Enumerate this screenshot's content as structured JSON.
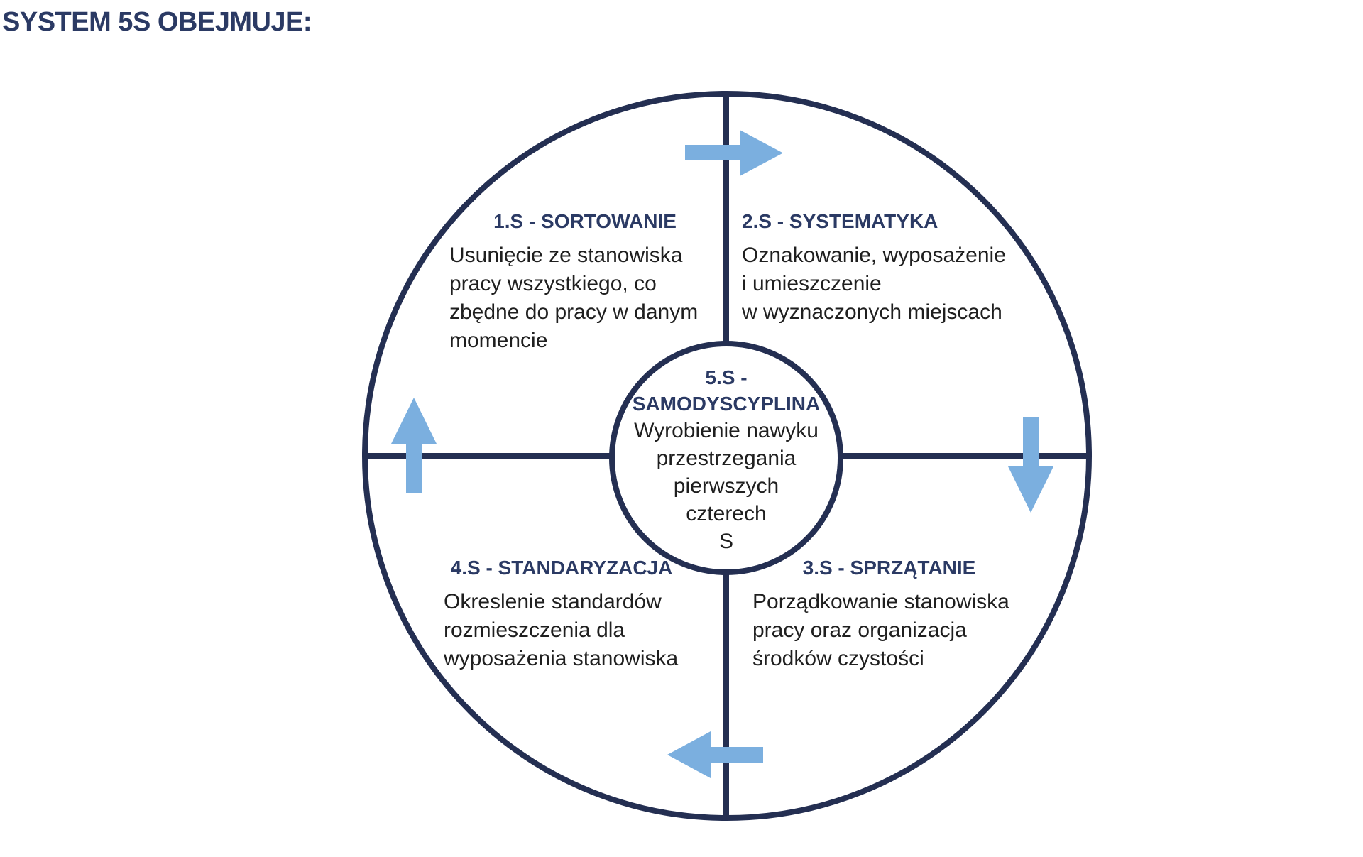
{
  "title": "SYSTEM 5S OBEJMUJE:",
  "colors": {
    "navy_line": "#242f52",
    "heading_navy": "#2b3a64",
    "body_text": "#1f1f1f",
    "arrow_blue": "#7bafdf",
    "background": "#ffffff"
  },
  "quadrants": [
    {
      "id": "1s",
      "position": "top-left",
      "heading": "1.S - SORTOWANIE",
      "body": "Usunięcie ze stanowiska\npracy wszystkiego, co\nzbędne do pracy w danym\nmomencie"
    },
    {
      "id": "2s",
      "position": "top-right",
      "heading": "2.S - SYSTEMATYKA",
      "body": "Oznakowanie, wyposażenie\ni umieszczenie\nw wyznaczonych miejscach"
    },
    {
      "id": "3s",
      "position": "bottom-right",
      "heading": "3.S - SPRZĄTANIE",
      "body": "Porządkowanie stanowiska\npracy oraz organizacja\nśrodków czystości"
    },
    {
      "id": "4s",
      "position": "bottom-left",
      "heading": "4.S - STANDARYZACJA",
      "body": "Okreslenie standardów\nrozmieszczenia dla\nwyposażenia stanowiska"
    }
  ],
  "center": {
    "heading": "5.S -\nSAMODYSCYPLINA",
    "body": "Wyrobienie nawyku\nprzestrzegania\npierwszych\nczterech\nS"
  },
  "arrows": [
    {
      "position": "top",
      "direction": "right"
    },
    {
      "position": "right",
      "direction": "down"
    },
    {
      "position": "bottom",
      "direction": "left"
    },
    {
      "position": "left",
      "direction": "up"
    }
  ]
}
